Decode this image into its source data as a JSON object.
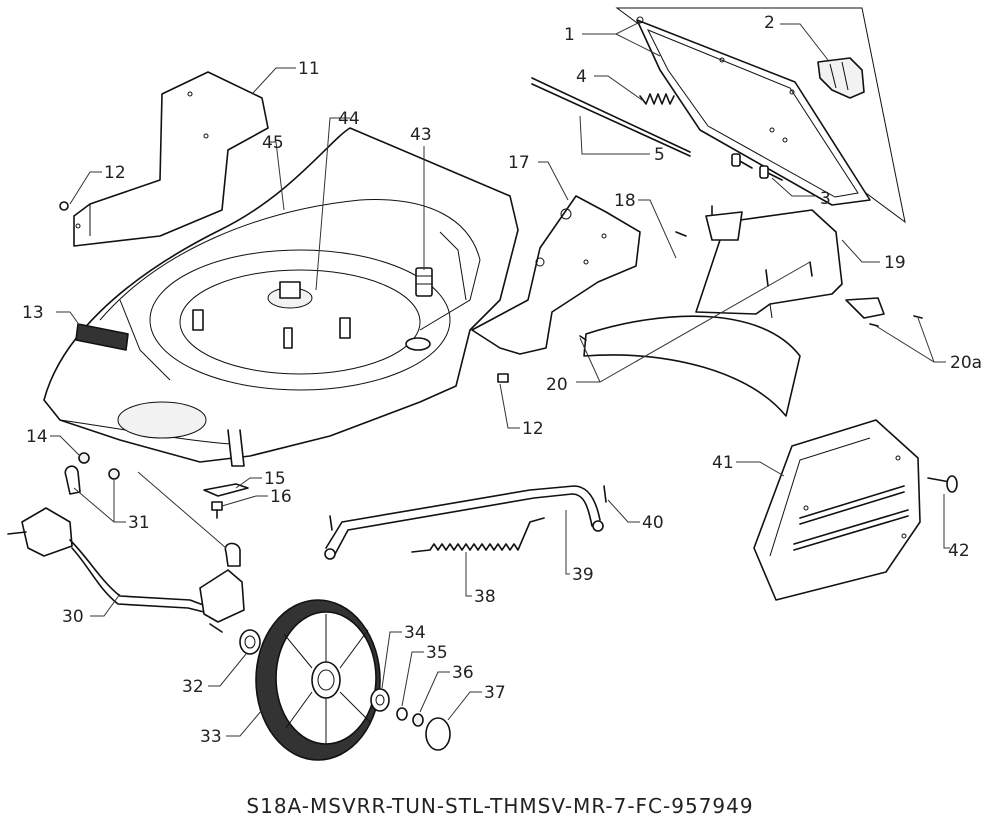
{
  "diagram": {
    "drawing_code": "S18A-MSVRR-TUN-STL-THMSV-MR-7-FC-957949",
    "callouts": {
      "c1": "1",
      "c2": "2",
      "c3": "3",
      "c4": "4",
      "c5": "5",
      "c11": "11",
      "c12a": "12",
      "c12b": "12",
      "c13": "13",
      "c14": "14",
      "c15": "15",
      "c16": "16",
      "c17": "17",
      "c18": "18",
      "c19": "19",
      "c20": "20",
      "c20a": "20a",
      "c30": "30",
      "c31": "31",
      "c32": "32",
      "c33": "33",
      "c34": "34",
      "c35": "35",
      "c36": "36",
      "c37": "37",
      "c38": "38",
      "c39": "39",
      "c40": "40",
      "c41": "41",
      "c42": "42",
      "c43": "43",
      "c44": "44",
      "c45": "45"
    }
  }
}
